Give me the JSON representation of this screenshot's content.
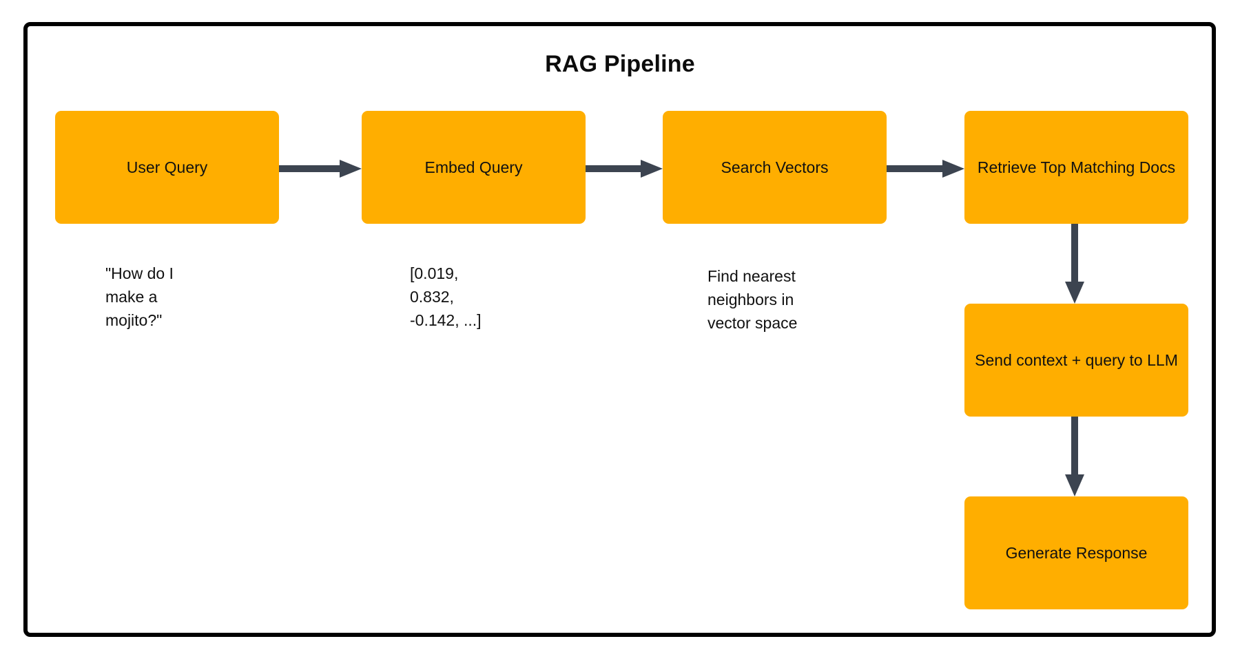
{
  "diagram": {
    "title": "RAG Pipeline",
    "frame_border_color": "#000000",
    "node_fill_color": "#ffae00",
    "arrow_color": "#3c4450",
    "text_color": "#111111",
    "nodes": [
      {
        "id": "user-query",
        "label": "User Query"
      },
      {
        "id": "embed-query",
        "label": "Embed Query"
      },
      {
        "id": "search-vectors",
        "label": "Search Vectors"
      },
      {
        "id": "retrieve-docs",
        "label": "Retrieve Top Matching Docs"
      },
      {
        "id": "send-context",
        "label": "Send context + query to LLM"
      },
      {
        "id": "generate-resp",
        "label": "Generate Response"
      }
    ],
    "notes": [
      {
        "id": "note-user-query",
        "text": "\"How do I\nmake a\nmojito?\""
      },
      {
        "id": "note-embed-query",
        "text": "[0.019,\n0.832,\n-0.142, ...]"
      },
      {
        "id": "note-search-vectors",
        "text": "Find nearest\nneighbors in\nvector space"
      }
    ],
    "edges": [
      {
        "id": "uq-eq",
        "from": "user-query",
        "to": "embed-query",
        "direction": "right"
      },
      {
        "id": "eq-sv",
        "from": "embed-query",
        "to": "search-vectors",
        "direction": "right"
      },
      {
        "id": "sv-rd",
        "from": "search-vectors",
        "to": "retrieve-docs",
        "direction": "right"
      },
      {
        "id": "rd-sc",
        "from": "retrieve-docs",
        "to": "send-context",
        "direction": "down"
      },
      {
        "id": "sc-gr",
        "from": "send-context",
        "to": "generate-resp",
        "direction": "down"
      }
    ]
  }
}
